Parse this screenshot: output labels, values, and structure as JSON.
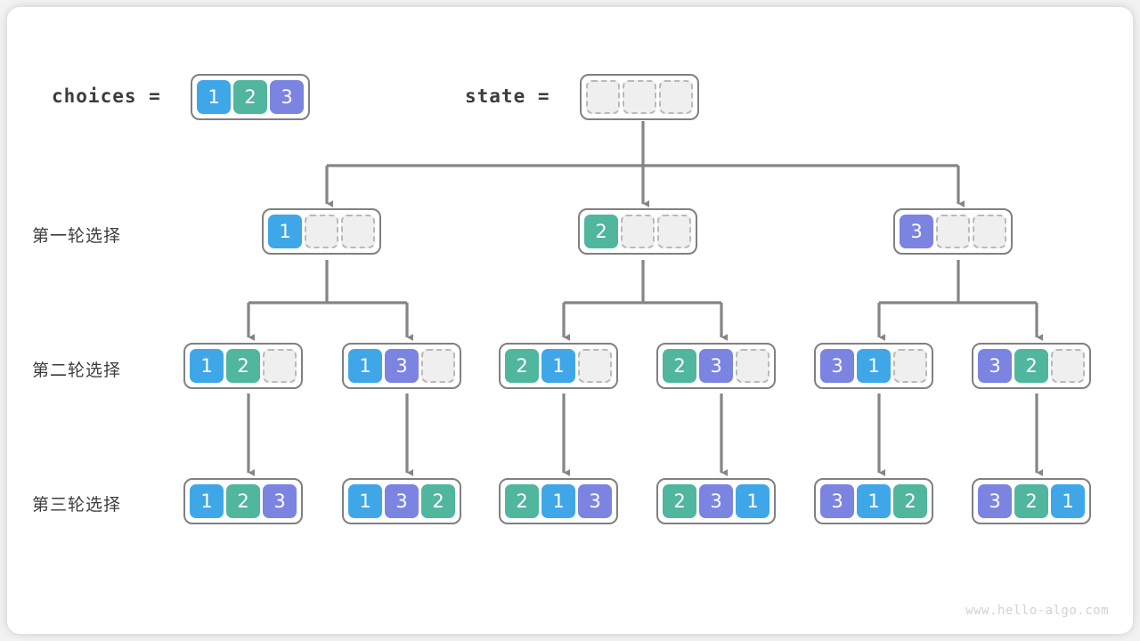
{
  "diagram": {
    "title_choices_label": "choices =",
    "title_state_label": "state =",
    "watermark": "www.hello-algo.com",
    "colors": {
      "value_1": "#3fa7e8",
      "value_2": "#50b69d",
      "value_3": "#7b84e0",
      "empty_cell_fill": "#efefef",
      "empty_cell_border": "#b9b9b9",
      "array_border": "#808080",
      "connector": "#858585",
      "text": "#3c3c3c",
      "watermark": "#d2d2d2",
      "page_background": "#f2f2f2",
      "card_background": "#ffffff"
    },
    "row_labels": [
      "第一轮选择",
      "第二轮选择",
      "第三轮选择"
    ],
    "choices": {
      "cells": [
        "1",
        "2",
        "3"
      ]
    },
    "state": {
      "cells": [
        "",
        "",
        ""
      ]
    },
    "round1": [
      {
        "cells": [
          "1",
          "",
          ""
        ]
      },
      {
        "cells": [
          "2",
          "",
          ""
        ]
      },
      {
        "cells": [
          "3",
          "",
          ""
        ]
      }
    ],
    "round2": [
      {
        "cells": [
          "1",
          "2",
          ""
        ]
      },
      {
        "cells": [
          "1",
          "3",
          ""
        ]
      },
      {
        "cells": [
          "2",
          "1",
          ""
        ]
      },
      {
        "cells": [
          "2",
          "3",
          ""
        ]
      },
      {
        "cells": [
          "3",
          "1",
          ""
        ]
      },
      {
        "cells": [
          "3",
          "2",
          ""
        ]
      }
    ],
    "round3": [
      {
        "cells": [
          "1",
          "2",
          "3"
        ]
      },
      {
        "cells": [
          "1",
          "3",
          "2"
        ]
      },
      {
        "cells": [
          "2",
          "1",
          "3"
        ]
      },
      {
        "cells": [
          "2",
          "3",
          "1"
        ]
      },
      {
        "cells": [
          "3",
          "1",
          "2"
        ]
      },
      {
        "cells": [
          "3",
          "2",
          "1"
        ]
      }
    ]
  }
}
